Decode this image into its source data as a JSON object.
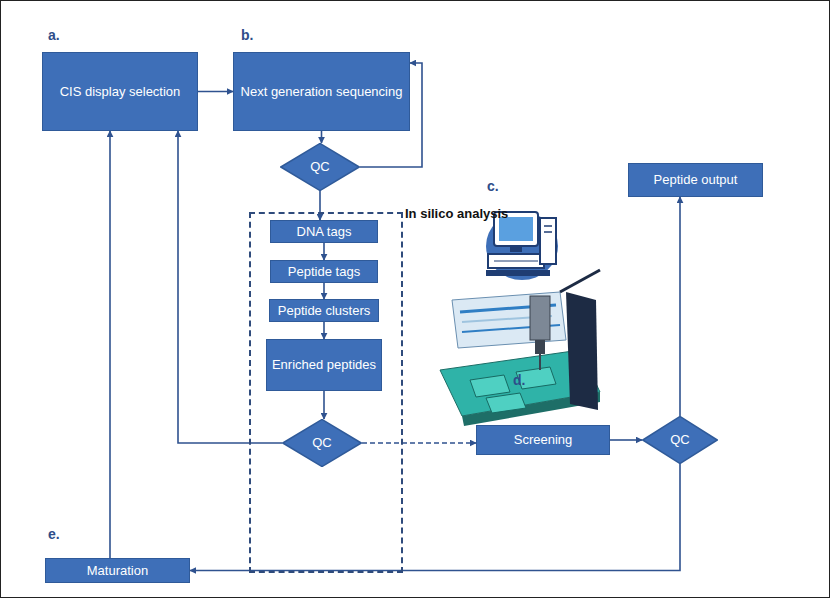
{
  "diagram": {
    "nodes": [
      {
        "text": [
          "CIS display selection"
        ]
      },
      {
        "text": [
          "Next generation sequencing"
        ]
      },
      {
        "text": [
          "QC"
        ]
      },
      {
        "text": [
          "In silico analysis"
        ]
      },
      {
        "text": [
          "DNA tags"
        ],
        "in": 3
      },
      {
        "text": [
          "Peptide tags"
        ],
        "in": 3
      },
      {
        "text": [
          "Peptide clusters"
        ],
        "in": 3
      },
      {
        "text": [
          "Enriched peptides"
        ],
        "in": 3
      },
      {
        "text": [
          "QC"
        ],
        "in": 3
      },
      {
        "text": [
          "Peptide output"
        ]
      },
      {
        "text": [
          "Screening"
        ]
      },
      {
        "text": [
          "QC"
        ]
      },
      {
        "text": [
          "Maturation"
        ]
      }
    ],
    "edges": [
      {
        "from": 0,
        "to": 1,
        "arrow": "to"
      },
      {
        "from": 1,
        "to": 2,
        "arrow": "to"
      },
      {
        "from": 2,
        "to": 1,
        "arrow": "to"
      },
      {
        "from": 2,
        "to": 4,
        "arrow": "to"
      },
      {
        "from": 4,
        "to": 5,
        "arrow": "to"
      },
      {
        "from": 5,
        "to": 6,
        "arrow": "to"
      },
      {
        "from": 6,
        "to": 7,
        "arrow": "to"
      },
      {
        "from": 7,
        "to": 8,
        "arrow": "to"
      },
      {
        "from": 8,
        "to": 0,
        "arrow": "to"
      },
      {
        "from": 8,
        "to": 10,
        "arrow": "to"
      },
      {
        "from": 10,
        "to": 11,
        "arrow": "to"
      },
      {
        "from": 11,
        "to": 9,
        "arrow": "to"
      },
      {
        "from": 11,
        "to": 12,
        "arrow": "to"
      },
      {
        "from": 12,
        "to": 0,
        "arrow": "to"
      }
    ],
    "labels": [
      "a.",
      "b.",
      "c.",
      "d.",
      "e."
    ]
  }
}
